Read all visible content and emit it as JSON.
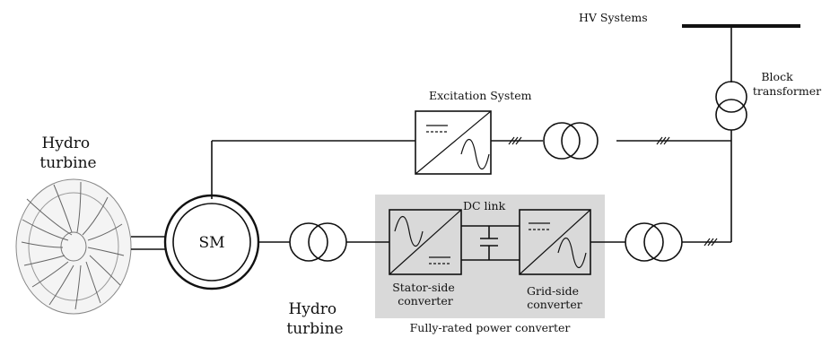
{
  "labels": {
    "hv_systems": "HV Systems",
    "block_transformer": [
      "Block",
      "transformer"
    ],
    "excitation_system": "Excitation System",
    "hydro_turbine_top": [
      "Hydro",
      "turbine"
    ],
    "generator": "SM",
    "dc_link": "DC link",
    "stator_side_converter": [
      "Stator-side",
      "converter"
    ],
    "grid_side_converter": [
      "Grid-side",
      "converter"
    ],
    "hydro_turbine_bottom": [
      "Hydro",
      "turbine"
    ],
    "fully_rated_power_converter": "Fully-rated power converter"
  },
  "colors": {
    "line": "#111111",
    "converter_panel": "#d9d9d9",
    "background": "#ffffff"
  }
}
